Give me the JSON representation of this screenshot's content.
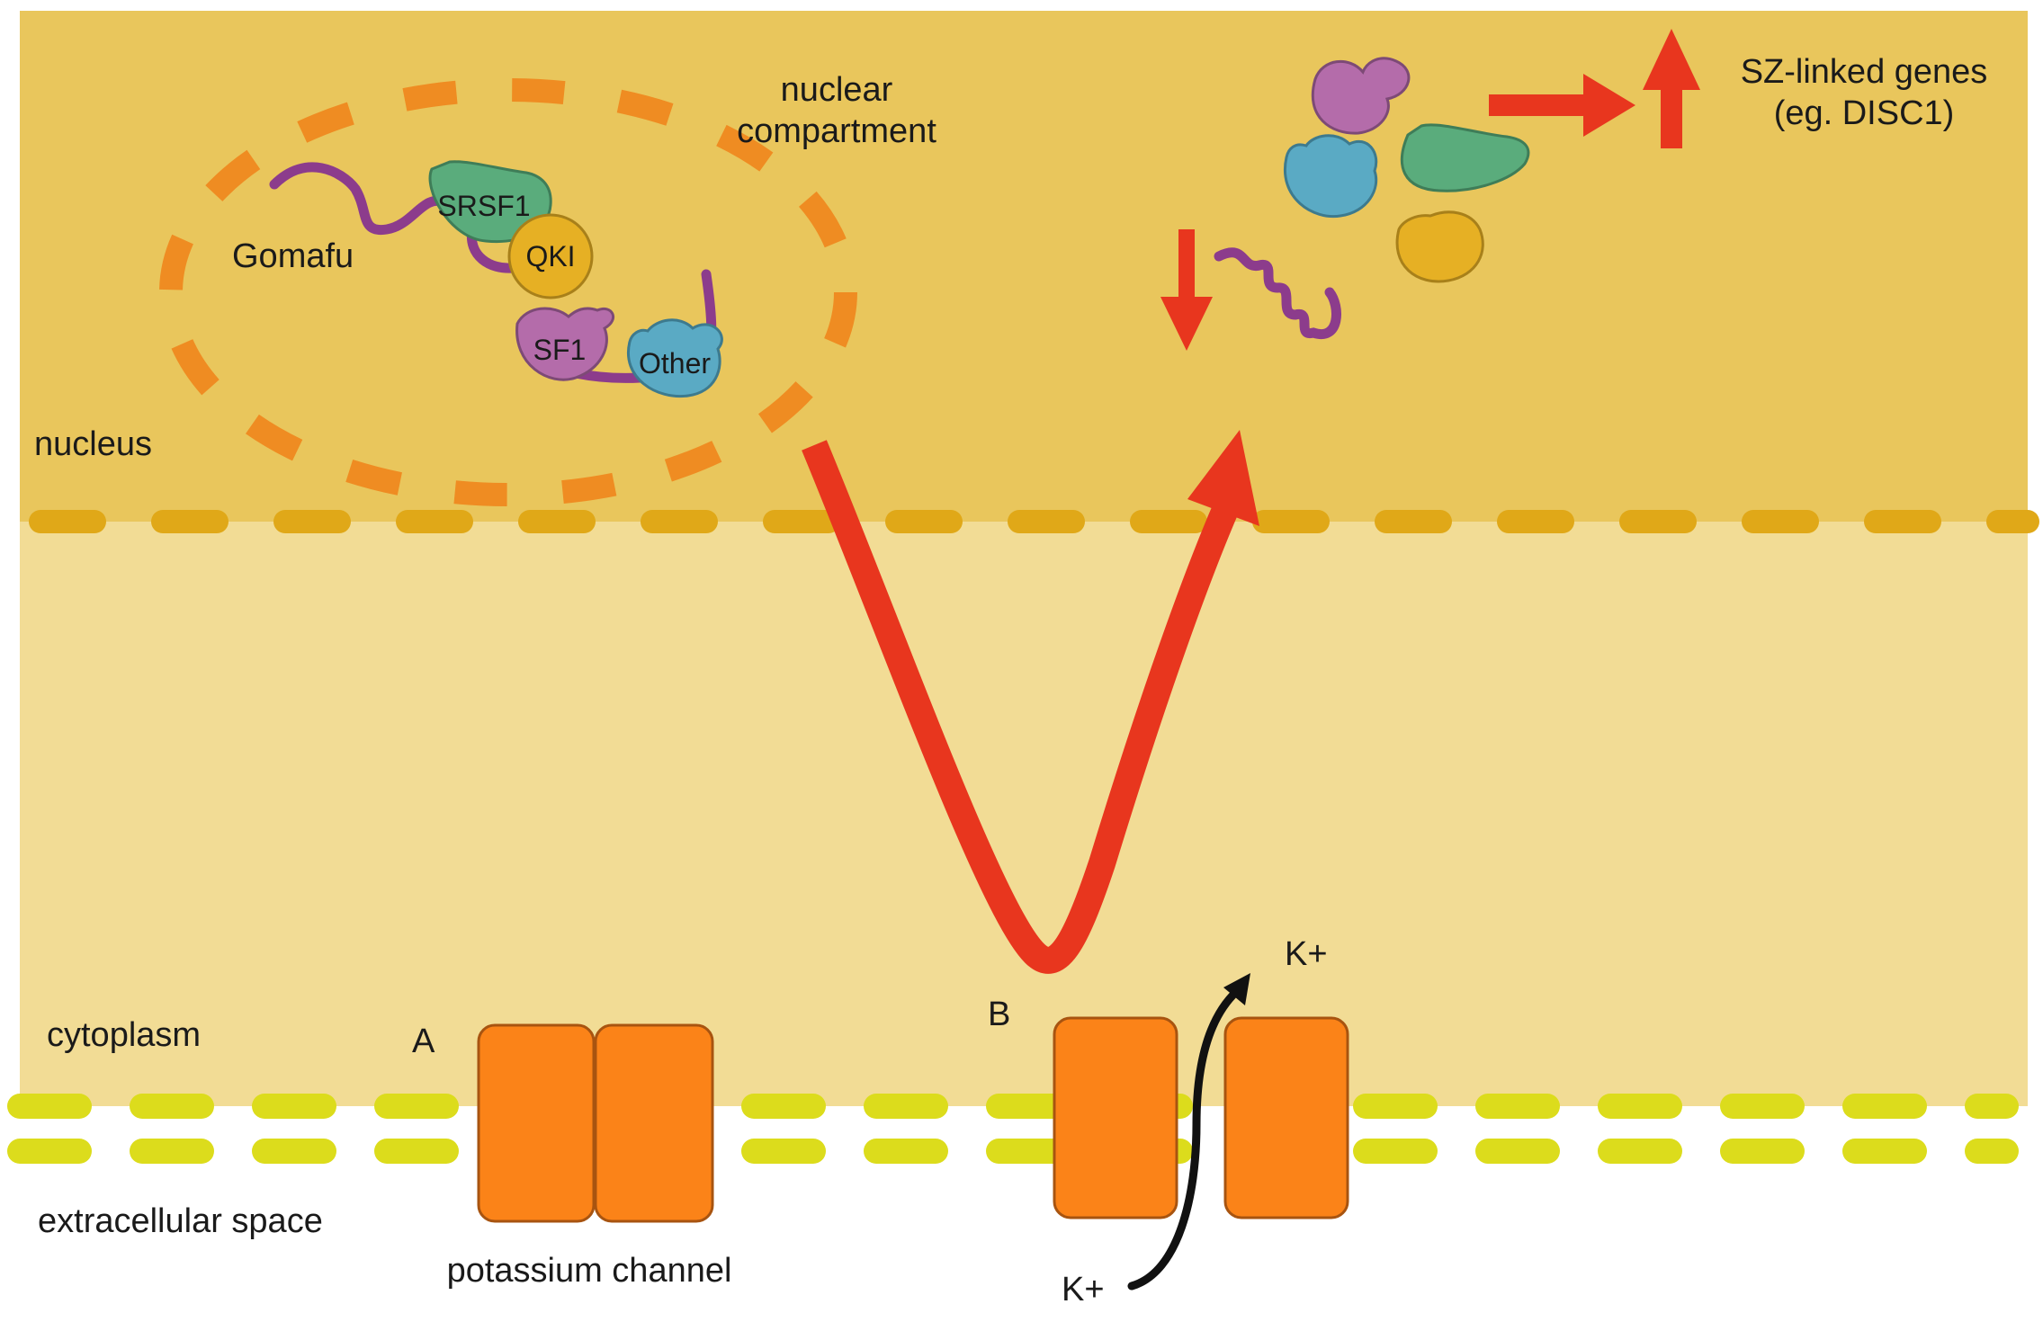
{
  "labels": {
    "nuclear_compartment_line1": "nuclear",
    "nuclear_compartment_line2": "compartment",
    "gomafu": "Gomafu",
    "srsf1": "SRSF1",
    "qki": "QKI",
    "sf1": "SF1",
    "other": "Other",
    "nucleus": "nucleus",
    "cytoplasm": "cytoplasm",
    "extracellular_space": "extracellular space",
    "potassium_channel": "potassium channel",
    "panel_a": "A",
    "panel_b": "B",
    "k_plus_top": "K+",
    "k_plus_bottom": "K+",
    "sz_genes_line1": "SZ-linked genes",
    "sz_genes_line2": "(eg. DISC1)"
  },
  "colors": {
    "nucleus_fill": "#e9c65c",
    "cytoplasm_fill": "#f2dc95",
    "extracellular_fill": "#ffffff",
    "nuclear_envelope_dash": "#e0a818",
    "membrane_dash": "#dcdc1c",
    "compartment_dash": "#ef8c22",
    "red_arrow": "#e8361e",
    "channel_orange": "#fb8318",
    "rna_purple": "#8c3c8c",
    "protein_green": "#5aac7c",
    "protein_yellow": "#e6b024",
    "protein_pink": "#b46caa",
    "protein_blue": "#5aaac4"
  }
}
